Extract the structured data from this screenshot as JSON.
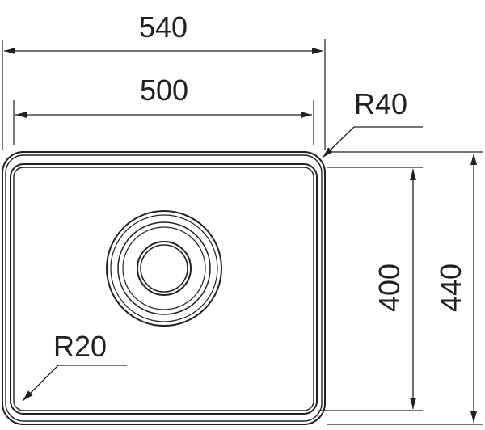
{
  "dimensions": {
    "outer_width": "540",
    "inner_width": "500",
    "inner_height": "400",
    "outer_height": "440",
    "outer_radius": "R40",
    "inner_radius": "R20"
  },
  "colors": {
    "stroke": "#231f20",
    "background": "#ffffff"
  }
}
